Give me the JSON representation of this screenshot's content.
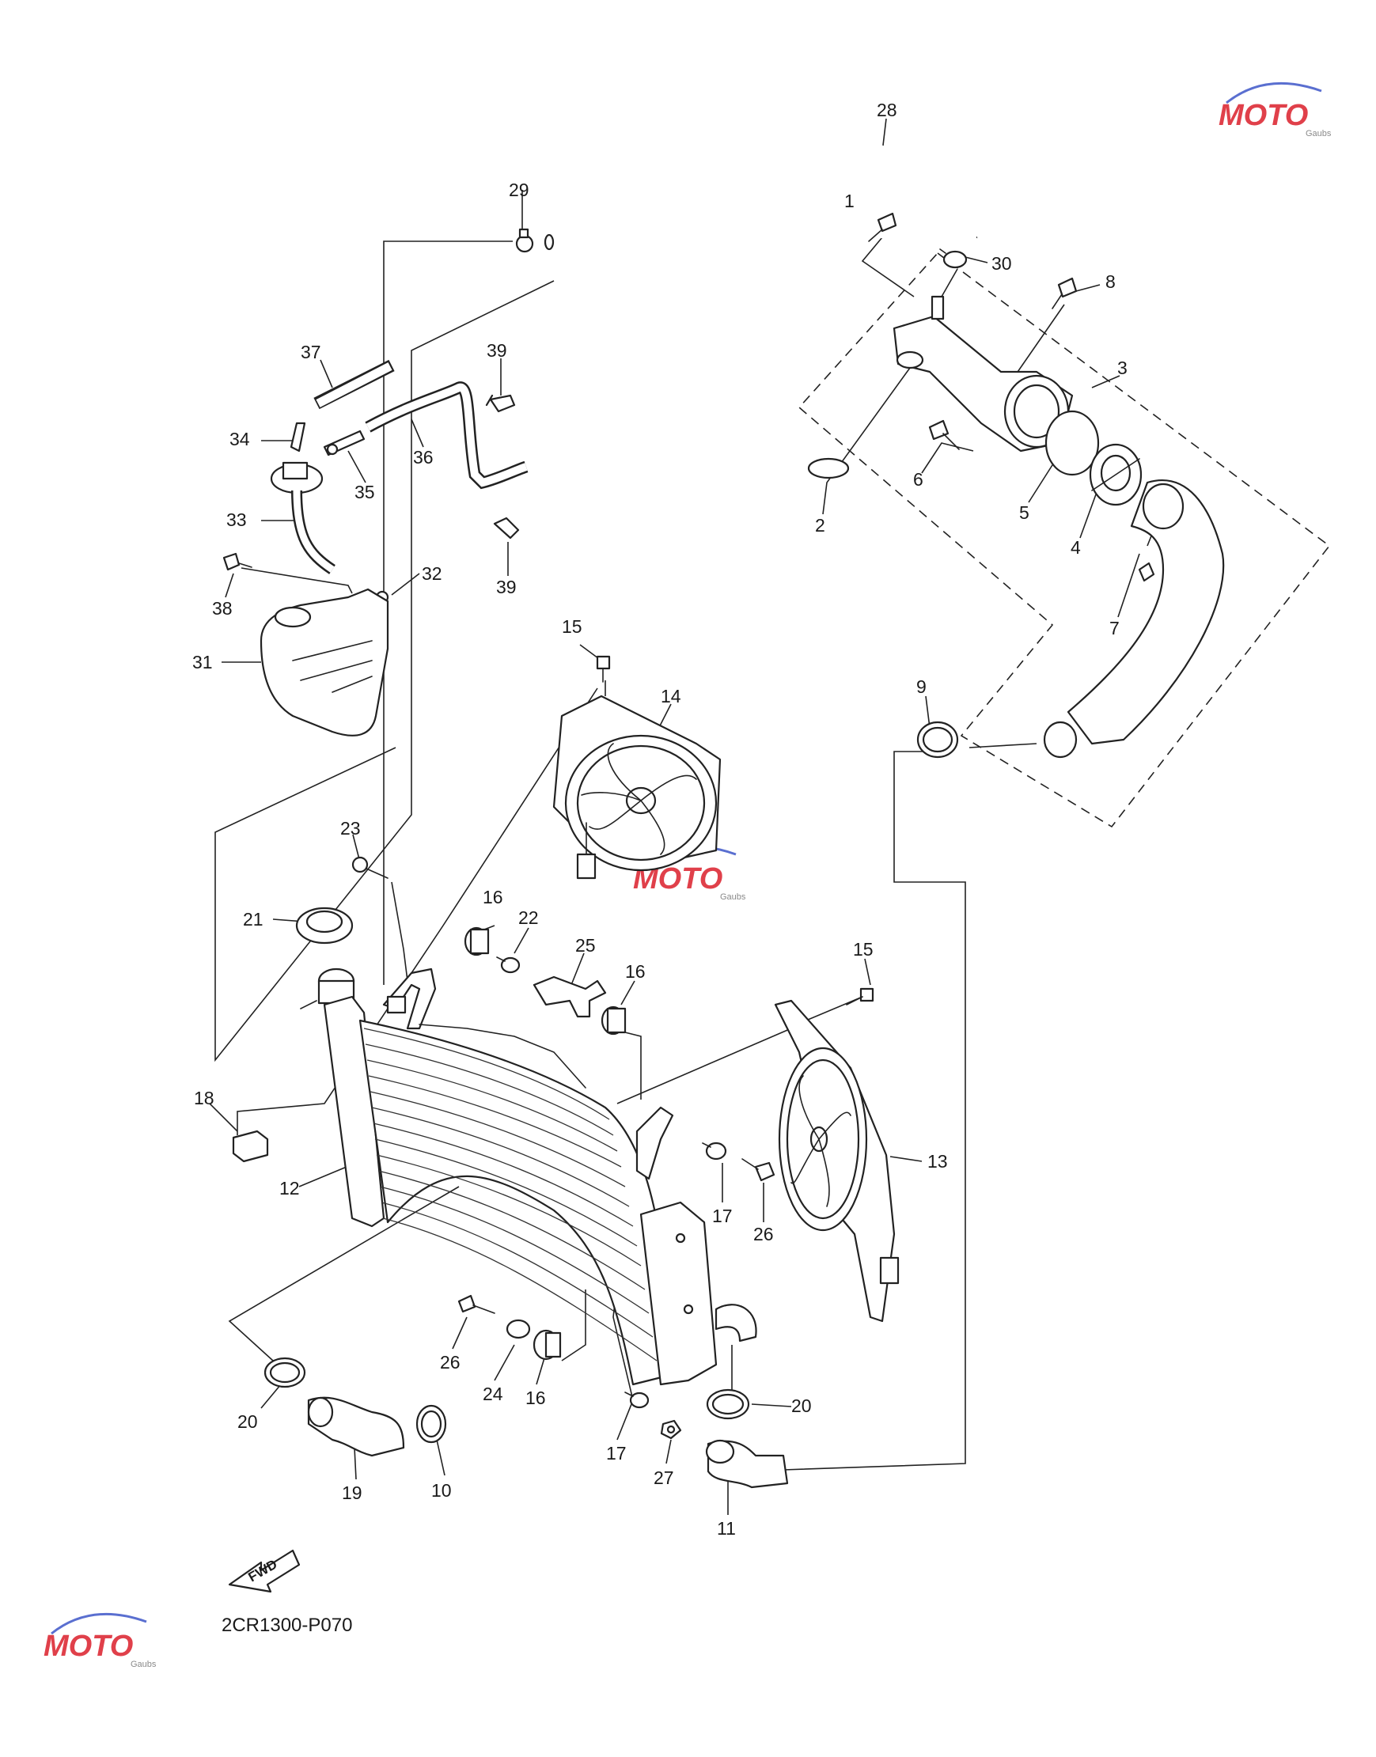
{
  "diagram": {
    "reference_code": "2CR1300-P070",
    "fwd_label": "FWD",
    "watermark": {
      "brand": "MOTO",
      "subtitle": "Gaubs"
    },
    "callouts": [
      {
        "id": "c28",
        "text": "28"
      },
      {
        "id": "c29",
        "text": "29"
      },
      {
        "id": "c1",
        "text": "1"
      },
      {
        "id": "c30",
        "text": "30"
      },
      {
        "id": "c8",
        "text": "8"
      },
      {
        "id": "c3",
        "text": "3"
      },
      {
        "id": "c37",
        "text": "37"
      },
      {
        "id": "c39a",
        "text": "39"
      },
      {
        "id": "c34",
        "text": "34"
      },
      {
        "id": "c35",
        "text": "35"
      },
      {
        "id": "c36",
        "text": "36"
      },
      {
        "id": "c33",
        "text": "33"
      },
      {
        "id": "c39b",
        "text": "39"
      },
      {
        "id": "c38",
        "text": "38"
      },
      {
        "id": "c32",
        "text": "32"
      },
      {
        "id": "c31",
        "text": "31"
      },
      {
        "id": "c6",
        "text": "6"
      },
      {
        "id": "c2",
        "text": "2"
      },
      {
        "id": "c5",
        "text": "5"
      },
      {
        "id": "c4",
        "text": "4"
      },
      {
        "id": "c7",
        "text": "7"
      },
      {
        "id": "c15a",
        "text": "15"
      },
      {
        "id": "c14",
        "text": "14"
      },
      {
        "id": "c9",
        "text": "9"
      },
      {
        "id": "c23",
        "text": "23"
      },
      {
        "id": "c16a",
        "text": "16"
      },
      {
        "id": "c22",
        "text": "22"
      },
      {
        "id": "c21",
        "text": "21"
      },
      {
        "id": "c25",
        "text": "25"
      },
      {
        "id": "c16b",
        "text": "16"
      },
      {
        "id": "c15b",
        "text": "15"
      },
      {
        "id": "c18",
        "text": "18"
      },
      {
        "id": "c13",
        "text": "13"
      },
      {
        "id": "c12",
        "text": "12"
      },
      {
        "id": "c17a",
        "text": "17"
      },
      {
        "id": "c26a",
        "text": "26"
      },
      {
        "id": "c26b",
        "text": "26"
      },
      {
        "id": "c24",
        "text": "24"
      },
      {
        "id": "c16c",
        "text": "16"
      },
      {
        "id": "c20a",
        "text": "20"
      },
      {
        "id": "c20b",
        "text": "20"
      },
      {
        "id": "c17b",
        "text": "17"
      },
      {
        "id": "c27",
        "text": "27"
      },
      {
        "id": "c19",
        "text": "19"
      },
      {
        "id": "c10",
        "text": "10"
      },
      {
        "id": "c11",
        "text": "11"
      }
    ]
  }
}
